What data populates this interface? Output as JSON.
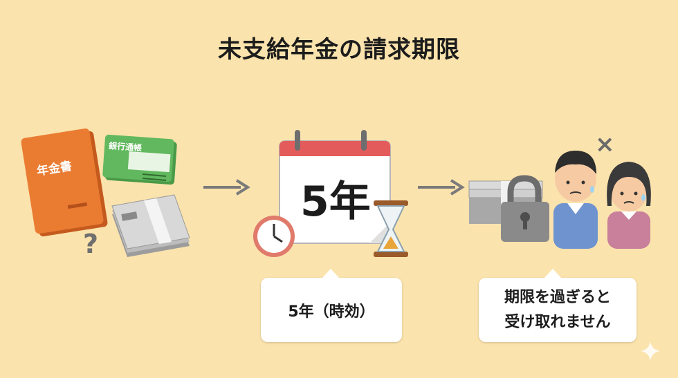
{
  "title": "未支給年金の請求期限",
  "pension_book_label": "年金書",
  "bankbook_label": "銀行通帳",
  "question_mark": "?",
  "calendar_text": "5年",
  "bubble_left": "5年（時効）",
  "bubble_right_line1": "期限を過ぎると",
  "bubble_right_line2": "受け取れません",
  "cross_mark": "×",
  "colors": {
    "background": "#fbe3ad",
    "book": "#e8792f",
    "bankbook": "#5bb35a",
    "calendar_top": "#e45b5b",
    "arrow": "#7a7a7a"
  }
}
